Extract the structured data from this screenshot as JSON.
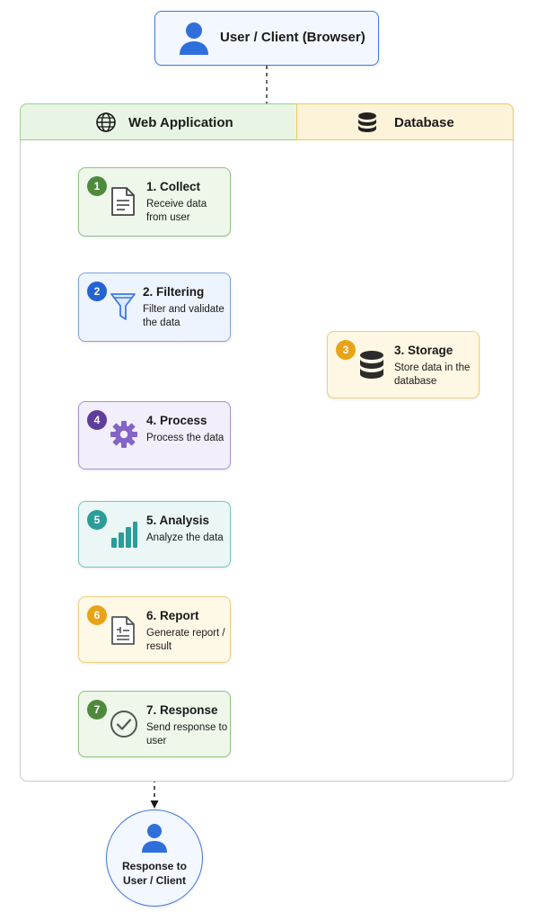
{
  "client": {
    "label": "User / Client (Browser)",
    "icon": "user-icon",
    "color": "#2f6fdc"
  },
  "lanes": {
    "web": {
      "title": "Web Application",
      "icon": "globe-icon",
      "color": "#e9f5e4"
    },
    "database": {
      "title": "Database",
      "icon": "database-icon",
      "color": "#fdf3d9"
    }
  },
  "steps": [
    {
      "number": "1",
      "title": "1. Collect",
      "description": "Receive data from user",
      "icon": "document-icon",
      "badge_color": "#4f8a3c"
    },
    {
      "number": "2",
      "title": "2. Filtering",
      "description": "Filter and validate the data",
      "icon": "filter-icon",
      "badge_color": "#2264d1"
    },
    {
      "number": "3",
      "title": "3. Storage",
      "description": "Store data in the database",
      "icon": "database-icon",
      "badge_color": "#e8a317"
    },
    {
      "number": "4",
      "title": "4. Process",
      "description": "Process the data",
      "icon": "gear-icon",
      "badge_color": "#5e3e9c"
    },
    {
      "number": "5",
      "title": "5. Analysis",
      "description": "Analyze the data",
      "icon": "bar-chart-icon",
      "badge_color": "#2a9d99"
    },
    {
      "number": "6",
      "title": "6. Report",
      "description": "Generate report / result",
      "icon": "report-icon",
      "badge_color": "#e8a317"
    },
    {
      "number": "7",
      "title": "7. Response",
      "description": "Send response to user",
      "icon": "check-circle-icon",
      "badge_color": "#4f8a3c"
    }
  ],
  "response": {
    "label_line1": "Response to",
    "label_line2": "User / Client",
    "icon": "user-icon"
  }
}
